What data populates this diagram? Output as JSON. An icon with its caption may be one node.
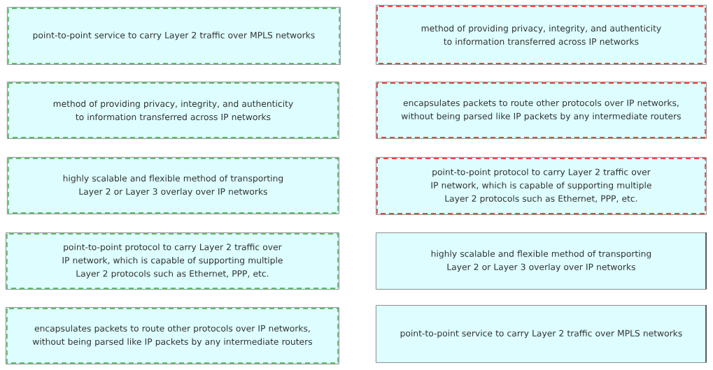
{
  "diagram": {
    "nodes": [
      {
        "text": [
          "point-to-point service to carry Layer 2 traffic over MPLS networks"
        ]
      },
      {
        "text": [
          "method of providing privacy, integrity, and authenticity to information transferred across IP networks"
        ]
      },
      {
        "text": [
          "method of providing privacy, integrity, and authenticity to information transferred across IP networks"
        ]
      },
      {
        "text": [
          "encapsulates packets to route other protocols over IP networks, without being parsed like IP packets by any intermediate routers"
        ]
      },
      {
        "text": [
          "highly scalable and flexible method of transporting Layer 2 or Layer 3 overlay over IP networks"
        ]
      },
      {
        "text": [
          "point-to-point protocol to carry Layer 2 traffic over IP network, which is capable of supporting multiple Layer 2 protocols such as Ethernet, PPP, etc."
        ]
      },
      {
        "text": [
          "point-to-point protocol to carry Layer 2 traffic over IP network, which is capable of supporting multiple Layer 2 protocols such as Ethernet, PPP, etc."
        ]
      },
      {
        "text": [
          "highly scalable and flexible method of transporting Layer 2 or Layer 3 overlay over IP networks"
        ]
      },
      {
        "text": [
          "encapsulates packets to route other protocols over IP networks, without being parsed like IP packets by any intermediate routers"
        ]
      },
      {
        "text": [
          "point-to-point service to carry Layer 2 traffic over MPLS networks"
        ]
      }
    ]
  }
}
